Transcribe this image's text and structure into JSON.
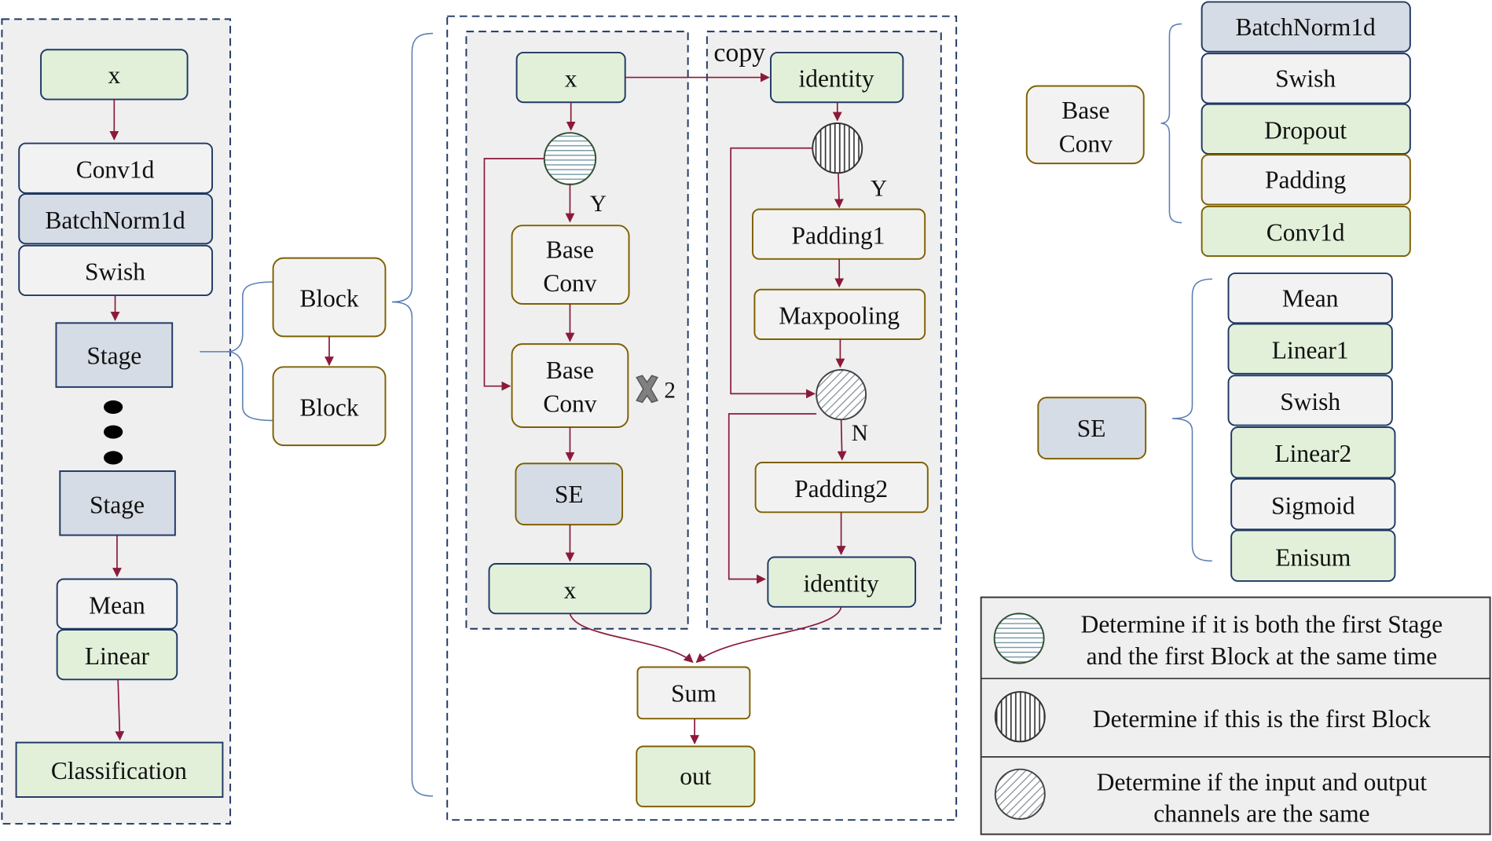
{
  "colors": {
    "green": "#e2f0d9",
    "blue": "#d6dce5",
    "gray": "#f2f2f2",
    "panel": "#efefef",
    "box_border": "#7f6000",
    "dark_border": "#1f3864",
    "arrow": "#8b1a3a",
    "bracket": "#5b7fb4"
  },
  "left_panel": {
    "input": "x",
    "conv": "Conv1d",
    "bn": "BatchNorm1d",
    "swish": "Swish",
    "stage1": "Stage",
    "stage2": "Stage",
    "mean": "Mean",
    "linear": "Linear",
    "classification": "Classification"
  },
  "blocks": {
    "block1": "Block",
    "block2": "Block"
  },
  "block_detail": {
    "left_path": {
      "input": "x",
      "base_conv1_line1": "Base",
      "base_conv1_line2": "Conv",
      "base_conv2_line1": "Base",
      "base_conv2_line2": "Conv",
      "repeat": "2",
      "se": "SE",
      "output": "x",
      "yes_label": "Y"
    },
    "right_path": {
      "copy_label": "copy",
      "identity_top": "identity",
      "yes_label": "Y",
      "padding1": "Padding1",
      "maxpooling": "Maxpooling",
      "no_label": "N",
      "padding2": "Padding2",
      "identity_bottom": "identity"
    },
    "sum": "Sum",
    "out": "out"
  },
  "base_conv_def": {
    "label_line1": "Base",
    "label_line2": "Conv",
    "layers": [
      "BatchNorm1d",
      "Swish",
      "Dropout",
      "Padding",
      "Conv1d"
    ]
  },
  "se_def": {
    "label": "SE",
    "layers": [
      "Mean",
      "Linear1",
      "Swish",
      "Linear2",
      "Sigmoid",
      "Enisum"
    ]
  },
  "legend": [
    {
      "line1": "Determine if it is both the first Stage",
      "line2": "and the first Block at the same time"
    },
    {
      "line1": "Determine if this is the first Block",
      "line2": ""
    },
    {
      "line1": "Determine if the input and output",
      "line2": "channels are the same"
    }
  ]
}
